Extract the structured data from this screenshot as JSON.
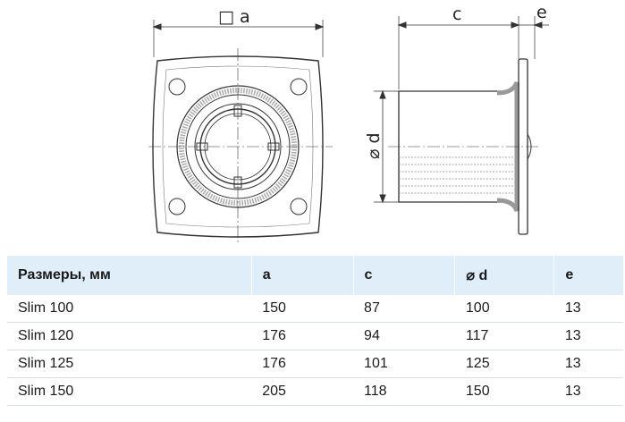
{
  "drawing": {
    "label_a": "□ a",
    "label_c": "c",
    "label_e": "e",
    "label_d": "⌀ d"
  },
  "table": {
    "headers": [
      "Размеры, мм",
      "a",
      "c",
      "⌀ d",
      "e"
    ],
    "rows": [
      [
        "Slim 100",
        "150",
        "87",
        "100",
        "13"
      ],
      [
        "Slim 120",
        "176",
        "94",
        "117",
        "13"
      ],
      [
        "Slim 125",
        "176",
        "101",
        "125",
        "13"
      ],
      [
        "Slim 150",
        "205",
        "118",
        "150",
        "13"
      ]
    ]
  }
}
